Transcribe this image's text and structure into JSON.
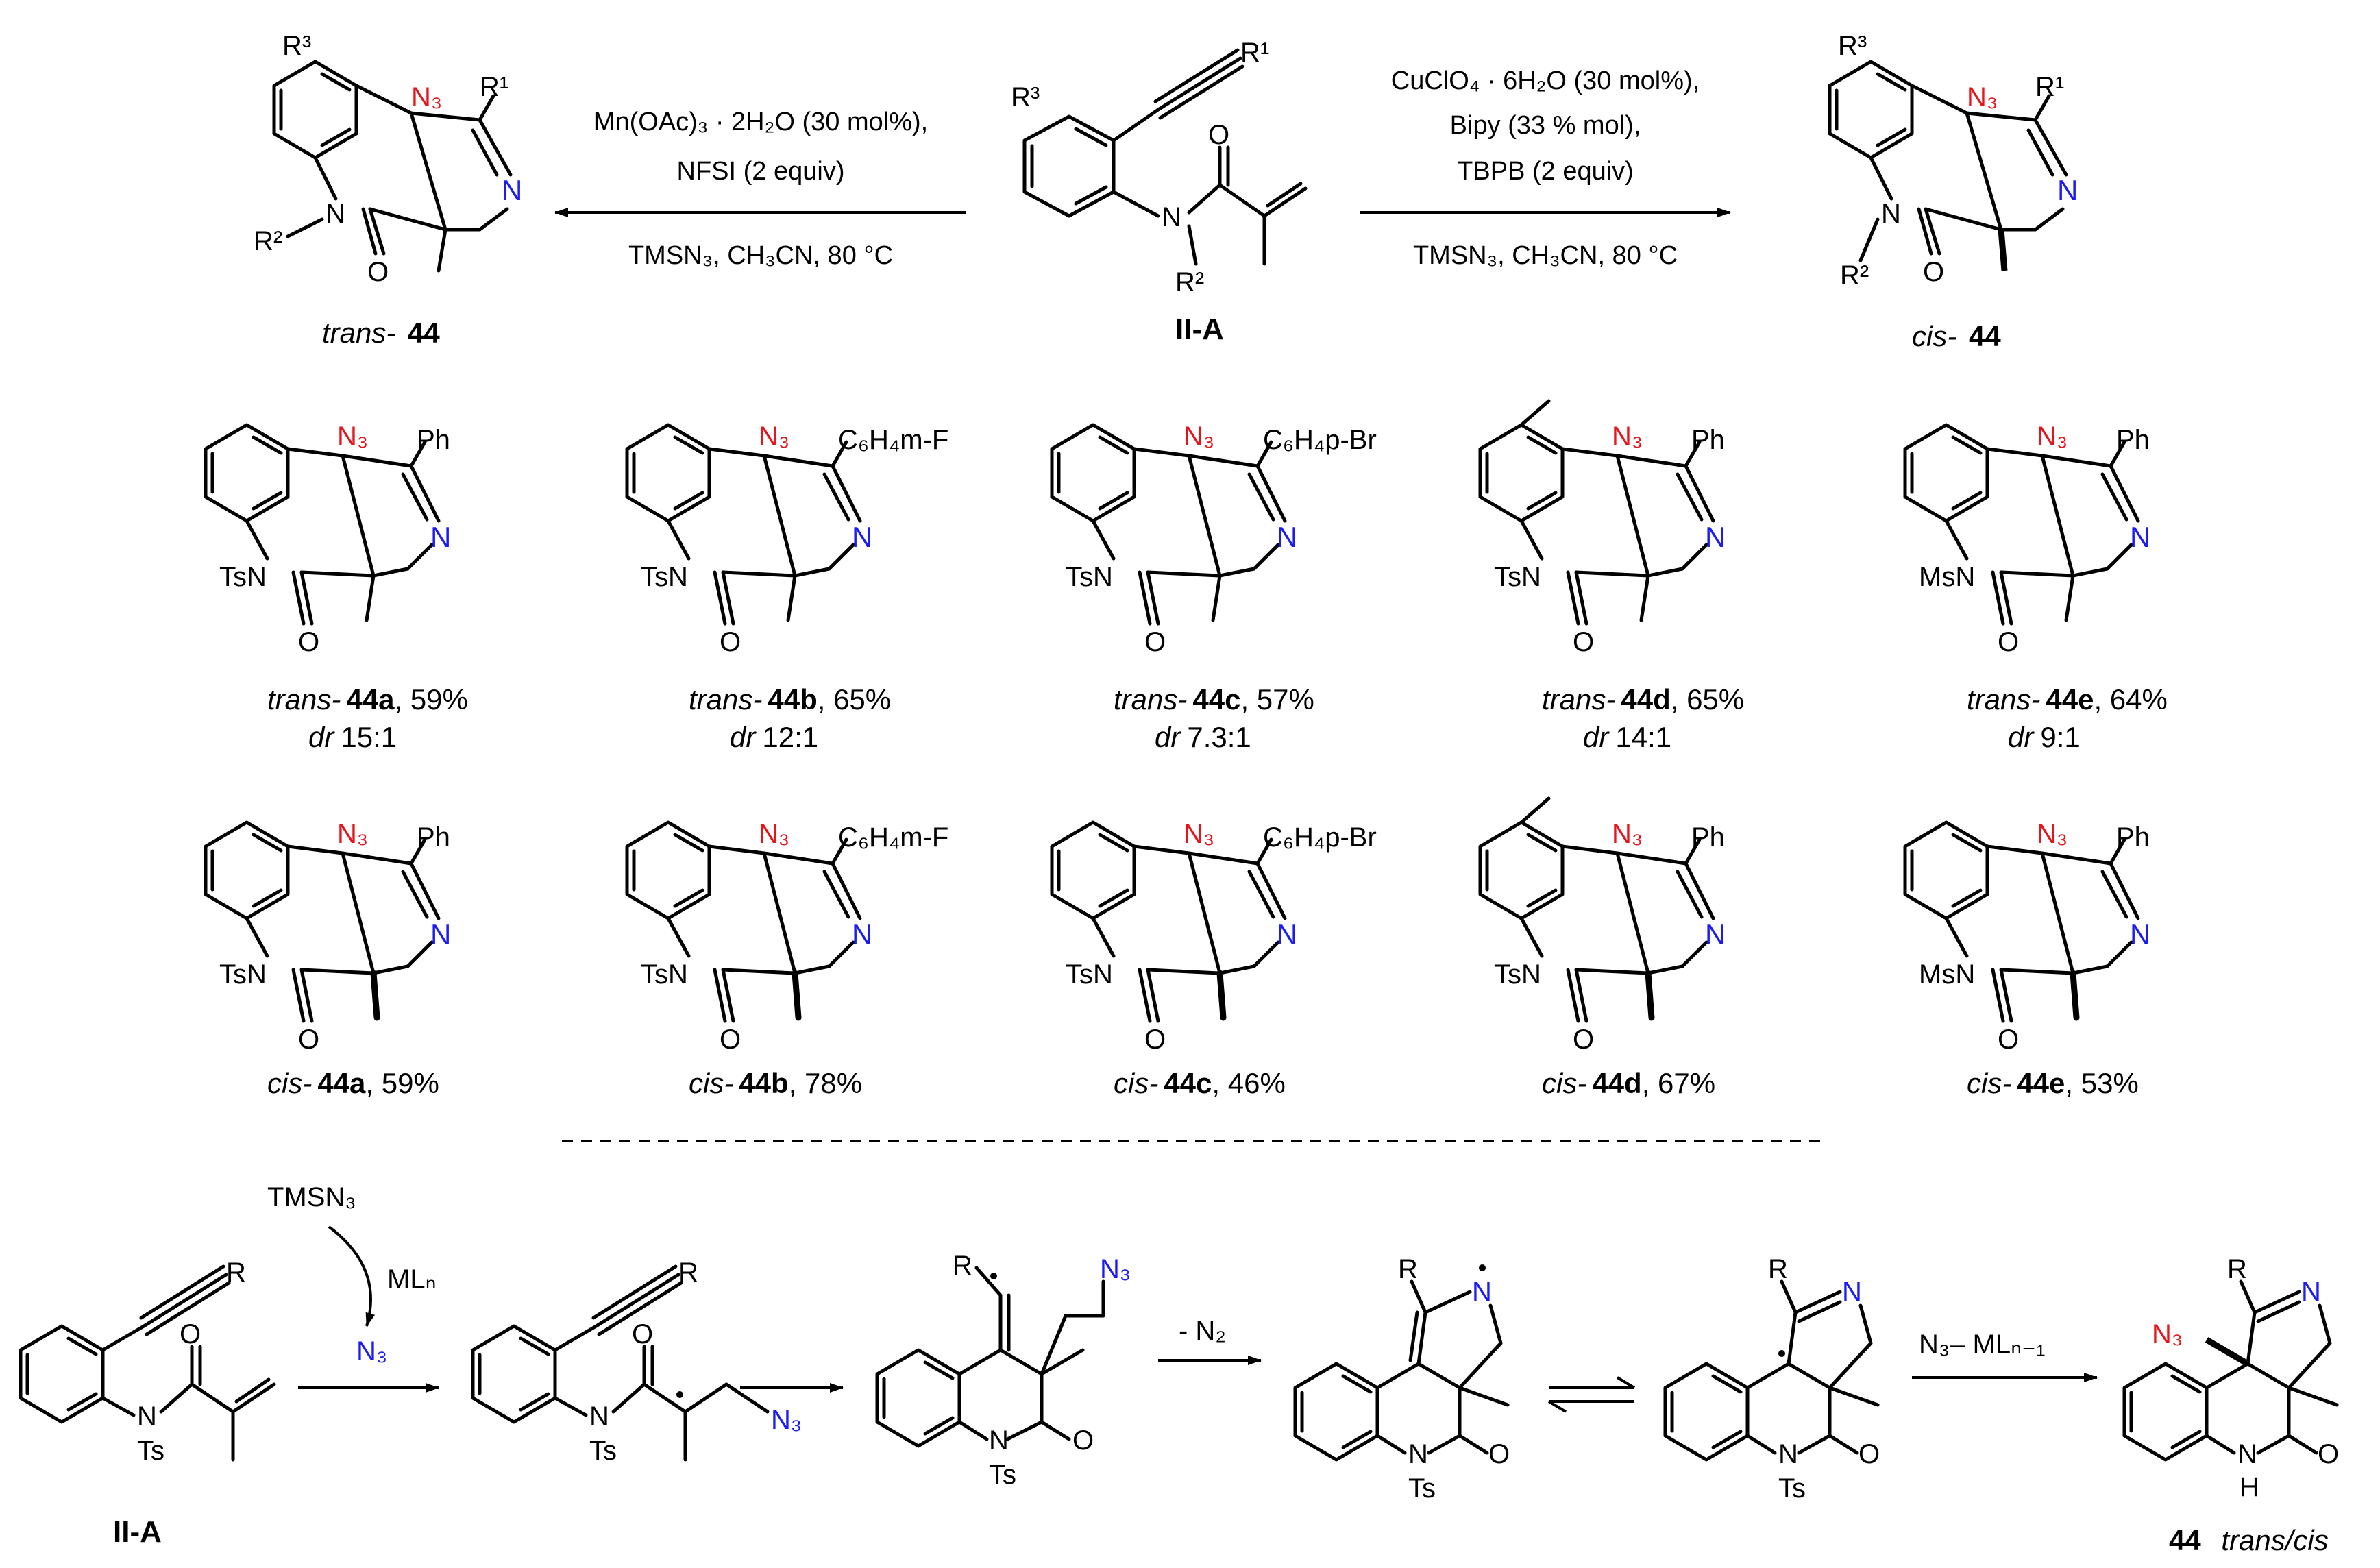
{
  "colors": {
    "ink": "#000000",
    "azide": "#e8141b",
    "nitrogen": "#1b1bf5"
  },
  "top": {
    "left_conditions": {
      "line1": "Mn(OAc)₃ · 2H₂O (30 mol%),",
      "line2": "NFSI (2 equiv)",
      "line3": "TMSN₃, CH₃CN, 80 °C"
    },
    "right_conditions": {
      "line1": "CuClO₄ · 6H₂O (30 mol%),",
      "line2": "Bipy (33 % mol),",
      "line3": "TBPB (2 equiv)",
      "line4": "TMSN₃, CH₃CN, 80 °C"
    },
    "start_label": "II-A",
    "trans_label_italic": "trans-",
    "trans_label_bold": "44",
    "cis_label_italic": "cis-",
    "cis_label_bold": "44",
    "atoms": {
      "R1": "R¹",
      "R2": "R²",
      "R3": "R³",
      "N": "N",
      "N3": "N₃",
      "O": "O"
    }
  },
  "products": {
    "trans": [
      {
        "id": "44a",
        "prefix": "trans-",
        "bold": "44a",
        "yield": ", 59%",
        "dr_italic": "dr",
        "dr": "15:1",
        "substituent": "Ph",
        "protecting": "TsN",
        "methyl": false
      },
      {
        "id": "44b",
        "prefix": "trans-",
        "bold": "44b",
        "yield": ", 65%",
        "dr_italic": "dr",
        "dr": "12:1",
        "substituent": "C₆H₄m-F",
        "protecting": "TsN",
        "methyl": false
      },
      {
        "id": "44c",
        "prefix": "trans-",
        "bold": "44c",
        "yield": ", 57%",
        "dr_italic": "dr",
        "dr": "7.3:1",
        "substituent": "C₆H₄p-Br",
        "protecting": "TsN",
        "methyl": false
      },
      {
        "id": "44d",
        "prefix": "trans-",
        "bold": "44d",
        "yield": ", 65%",
        "dr_italic": "dr",
        "dr": "14:1",
        "substituent": "Ph",
        "protecting": "TsN",
        "methyl": true
      },
      {
        "id": "44e",
        "prefix": "trans-",
        "bold": "44e",
        "yield": ", 64%",
        "dr_italic": "dr",
        "dr": "9:1",
        "substituent": "Ph",
        "protecting": "MsN",
        "methyl": false
      }
    ],
    "cis": [
      {
        "id": "44a",
        "prefix": "cis-",
        "bold": "44a",
        "yield": ", 59%",
        "substituent": "Ph",
        "protecting": "TsN",
        "methyl": false
      },
      {
        "id": "44b",
        "prefix": "cis-",
        "bold": "44b",
        "yield": ", 78%",
        "substituent": "C₆H₄m-F",
        "protecting": "TsN",
        "methyl": false
      },
      {
        "id": "44c",
        "prefix": "cis-",
        "bold": "44c",
        "yield": ", 46%",
        "substituent": "C₆H₄p-Br",
        "protecting": "TsN",
        "methyl": false
      },
      {
        "id": "44d",
        "prefix": "cis-",
        "bold": "44d",
        "yield": ", 67%",
        "substituent": "Ph",
        "protecting": "TsN",
        "methyl": true
      },
      {
        "id": "44e",
        "prefix": "cis-",
        "bold": "44e",
        "yield": ", 53%",
        "substituent": "Ph",
        "protecting": "MsN",
        "methyl": false
      }
    ]
  },
  "mechanism": {
    "reagent": "TMSN₃",
    "catalyst": "MLₙ",
    "azide_radical": "N₃",
    "step_loss": "- N₂",
    "last_reagent": "N₃– MLₙ₋₁",
    "start_label": "II-A",
    "final_bold": "44",
    "final_italic": "trans/cis",
    "atoms": {
      "R": "R",
      "N": "N",
      "Ts": "Ts",
      "O": "O",
      "H": "H",
      "N3": "N₃"
    }
  }
}
